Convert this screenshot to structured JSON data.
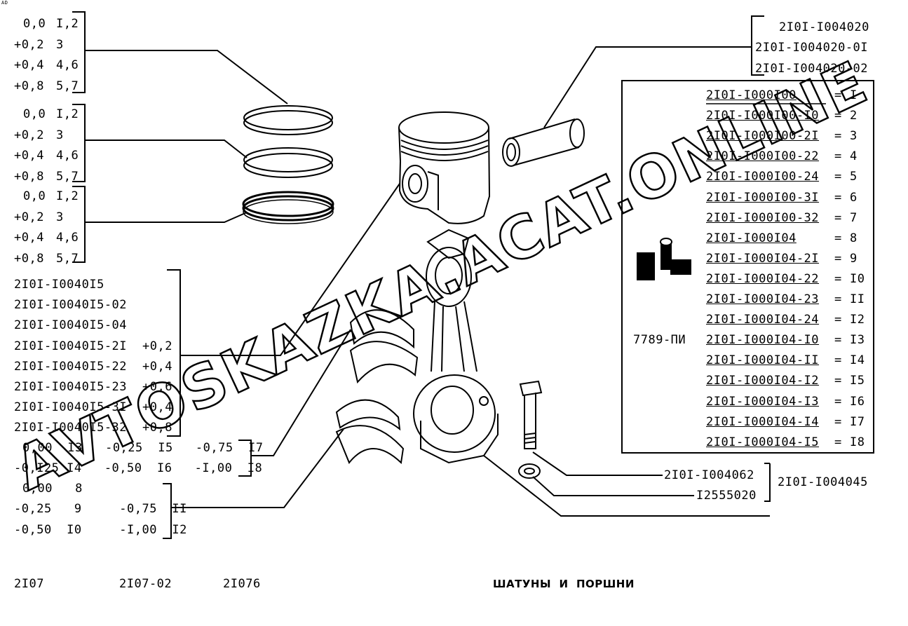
{
  "corner_mark": "AD",
  "ring_groups": [
    {
      "sizes": [
        "0,0",
        "+0,2",
        "+0,4",
        "+0,8"
      ],
      "codes": [
        "I,2",
        "3",
        "4,6",
        "5,7"
      ]
    },
    {
      "sizes": [
        "0,0",
        "+0,2",
        "+0,4",
        "+0,8"
      ],
      "codes": [
        "I,2",
        "3",
        "4,6",
        "5,7"
      ]
    },
    {
      "sizes": [
        "0,0",
        "+0,2",
        "+0,4",
        "+0,8"
      ],
      "codes": [
        "I,2",
        "3",
        "4,6",
        "5,7"
      ]
    }
  ],
  "pin_parts": [
    "2I0I-I004020",
    "2I0I-I004020-0I",
    "2I0I-I004020-02"
  ],
  "piston_parts": [
    {
      "num": "2I0I-I000I00",
      "idx": "I"
    },
    {
      "num": "2I0I-I000I00-I0",
      "idx": "2"
    },
    {
      "num": "2I0I-I000I00-2I",
      "idx": "3"
    },
    {
      "num": "2I0I-I000I00-22",
      "idx": "4"
    },
    {
      "num": "2I0I-I000I00-24",
      "idx": "5"
    },
    {
      "num": "2I0I-I000I00-3I",
      "idx": "6"
    },
    {
      "num": "2I0I-I000I00-32",
      "idx": "7"
    },
    {
      "num": "2I0I-I000I04",
      "idx": "8"
    },
    {
      "num": "2I0I-I000I04-2I",
      "idx": "9"
    },
    {
      "num": "2I0I-I000I04-22",
      "idx": "I0"
    },
    {
      "num": "2I0I-I000I04-23",
      "idx": "II"
    },
    {
      "num": "2I0I-I000I04-24",
      "idx": "I2"
    },
    {
      "num": "2I0I-I000I04-I0",
      "idx": "I3"
    },
    {
      "num": "2I0I-I000I04-II",
      "idx": "I4"
    },
    {
      "num": "2I0I-I000I04-I2",
      "idx": "I5"
    },
    {
      "num": "2I0I-I000I04-I3",
      "idx": "I6"
    },
    {
      "num": "2I0I-I000I04-I4",
      "idx": "I7"
    },
    {
      "num": "2I0I-I000I04-I5",
      "idx": "I8"
    }
  ],
  "tool_code": "7789-ПИ",
  "rod_parts": [
    {
      "num": "2I0I-I0040I5",
      "size": ""
    },
    {
      "num": "2I0I-I0040I5-02",
      "size": ""
    },
    {
      "num": "2I0I-I0040I5-04",
      "size": ""
    },
    {
      "num": "2I0I-I0040I5-2I",
      "size": "+0,2"
    },
    {
      "num": "2I0I-I0040I5-22",
      "size": "+0,4"
    },
    {
      "num": "2I0I-I0040I5-23",
      "size": "+0,6"
    },
    {
      "num": "2I0I-I0040I5-3I",
      "size": "+0,4"
    },
    {
      "num": "2I0I-I0040I5-32",
      "size": "+0,8"
    }
  ],
  "upper_bearings": [
    "0,00  I3   -0,25  I5   -0,75  I7",
    "-0,I25 I4   -0,50  I6   -I,00  I8"
  ],
  "lower_bearings": [
    "0,00   8",
    "-0,25   9     -0,75  II",
    "-0,50  I0     -I,00  I2"
  ],
  "bolt_part": "2I0I-I004062",
  "nut_part": "I2555020",
  "assembly_part": "2I0I-I004045",
  "models": [
    "2I07",
    "2I07-02",
    "2I076"
  ],
  "page_title": "ШАТУНЫ  И  ПОРШНИ",
  "watermark": "AVTOSKAZKA.ACAT.ONLINE"
}
